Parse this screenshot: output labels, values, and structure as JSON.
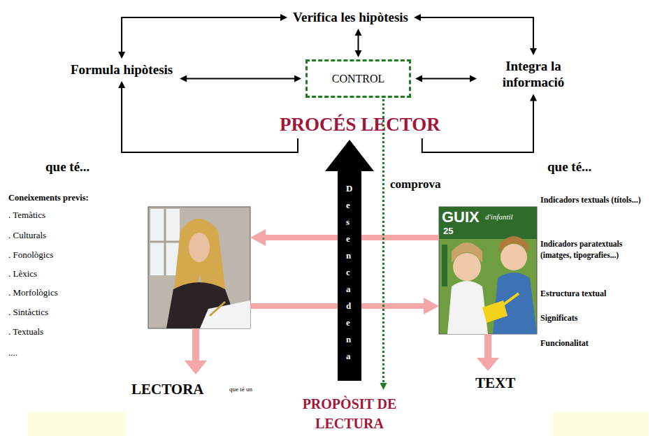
{
  "diagram": {
    "nodes": [
      {
        "text": [
          "Verifica les hipòtesis"
        ]
      },
      {
        "text": [
          "Formula hipòtesis"
        ]
      },
      {
        "text": [
          "CONTROL"
        ]
      },
      {
        "text": [
          "Integra la informació"
        ]
      },
      {
        "text": [
          "PROCÉS LECTOR"
        ]
      },
      {
        "text": [
          "Desencadena"
        ]
      },
      {
        "text": [
          "PROPÒSIT DE LECTURA"
        ]
      }
    ],
    "edges": [
      {
        "from": 0,
        "to": 1,
        "arrow": "both"
      },
      {
        "from": 0,
        "to": 3,
        "arrow": "both"
      },
      {
        "from": 0,
        "to": 2,
        "arrow": "both"
      },
      {
        "from": 1,
        "to": 2,
        "arrow": "both"
      },
      {
        "from": 2,
        "to": 3,
        "arrow": "both"
      },
      {
        "from": 4,
        "to": 1,
        "arrow": "to"
      },
      {
        "from": 4,
        "to": 3,
        "arrow": "to"
      },
      {
        "from": 2,
        "to": 6,
        "label": "comprova",
        "arrow": "to"
      }
    ],
    "labels": [
      "que té...",
      "que té...",
      "Coneixements previs:",
      ". Temàtics",
      ". Culturals",
      ". Fonològics",
      ". Lèxics",
      ". Morfològics",
      ". Sintàctics",
      ". Textuals",
      "....",
      "Indicadors textuals (títols...)",
      "Indicadors paratextuals (imatges, tipografies...)",
      "Estructura textual",
      "Significats",
      "Funcionalitat",
      "LECTORA",
      "que té un",
      "TEXT",
      "GUIX",
      "d'infantil",
      "25"
    ]
  }
}
